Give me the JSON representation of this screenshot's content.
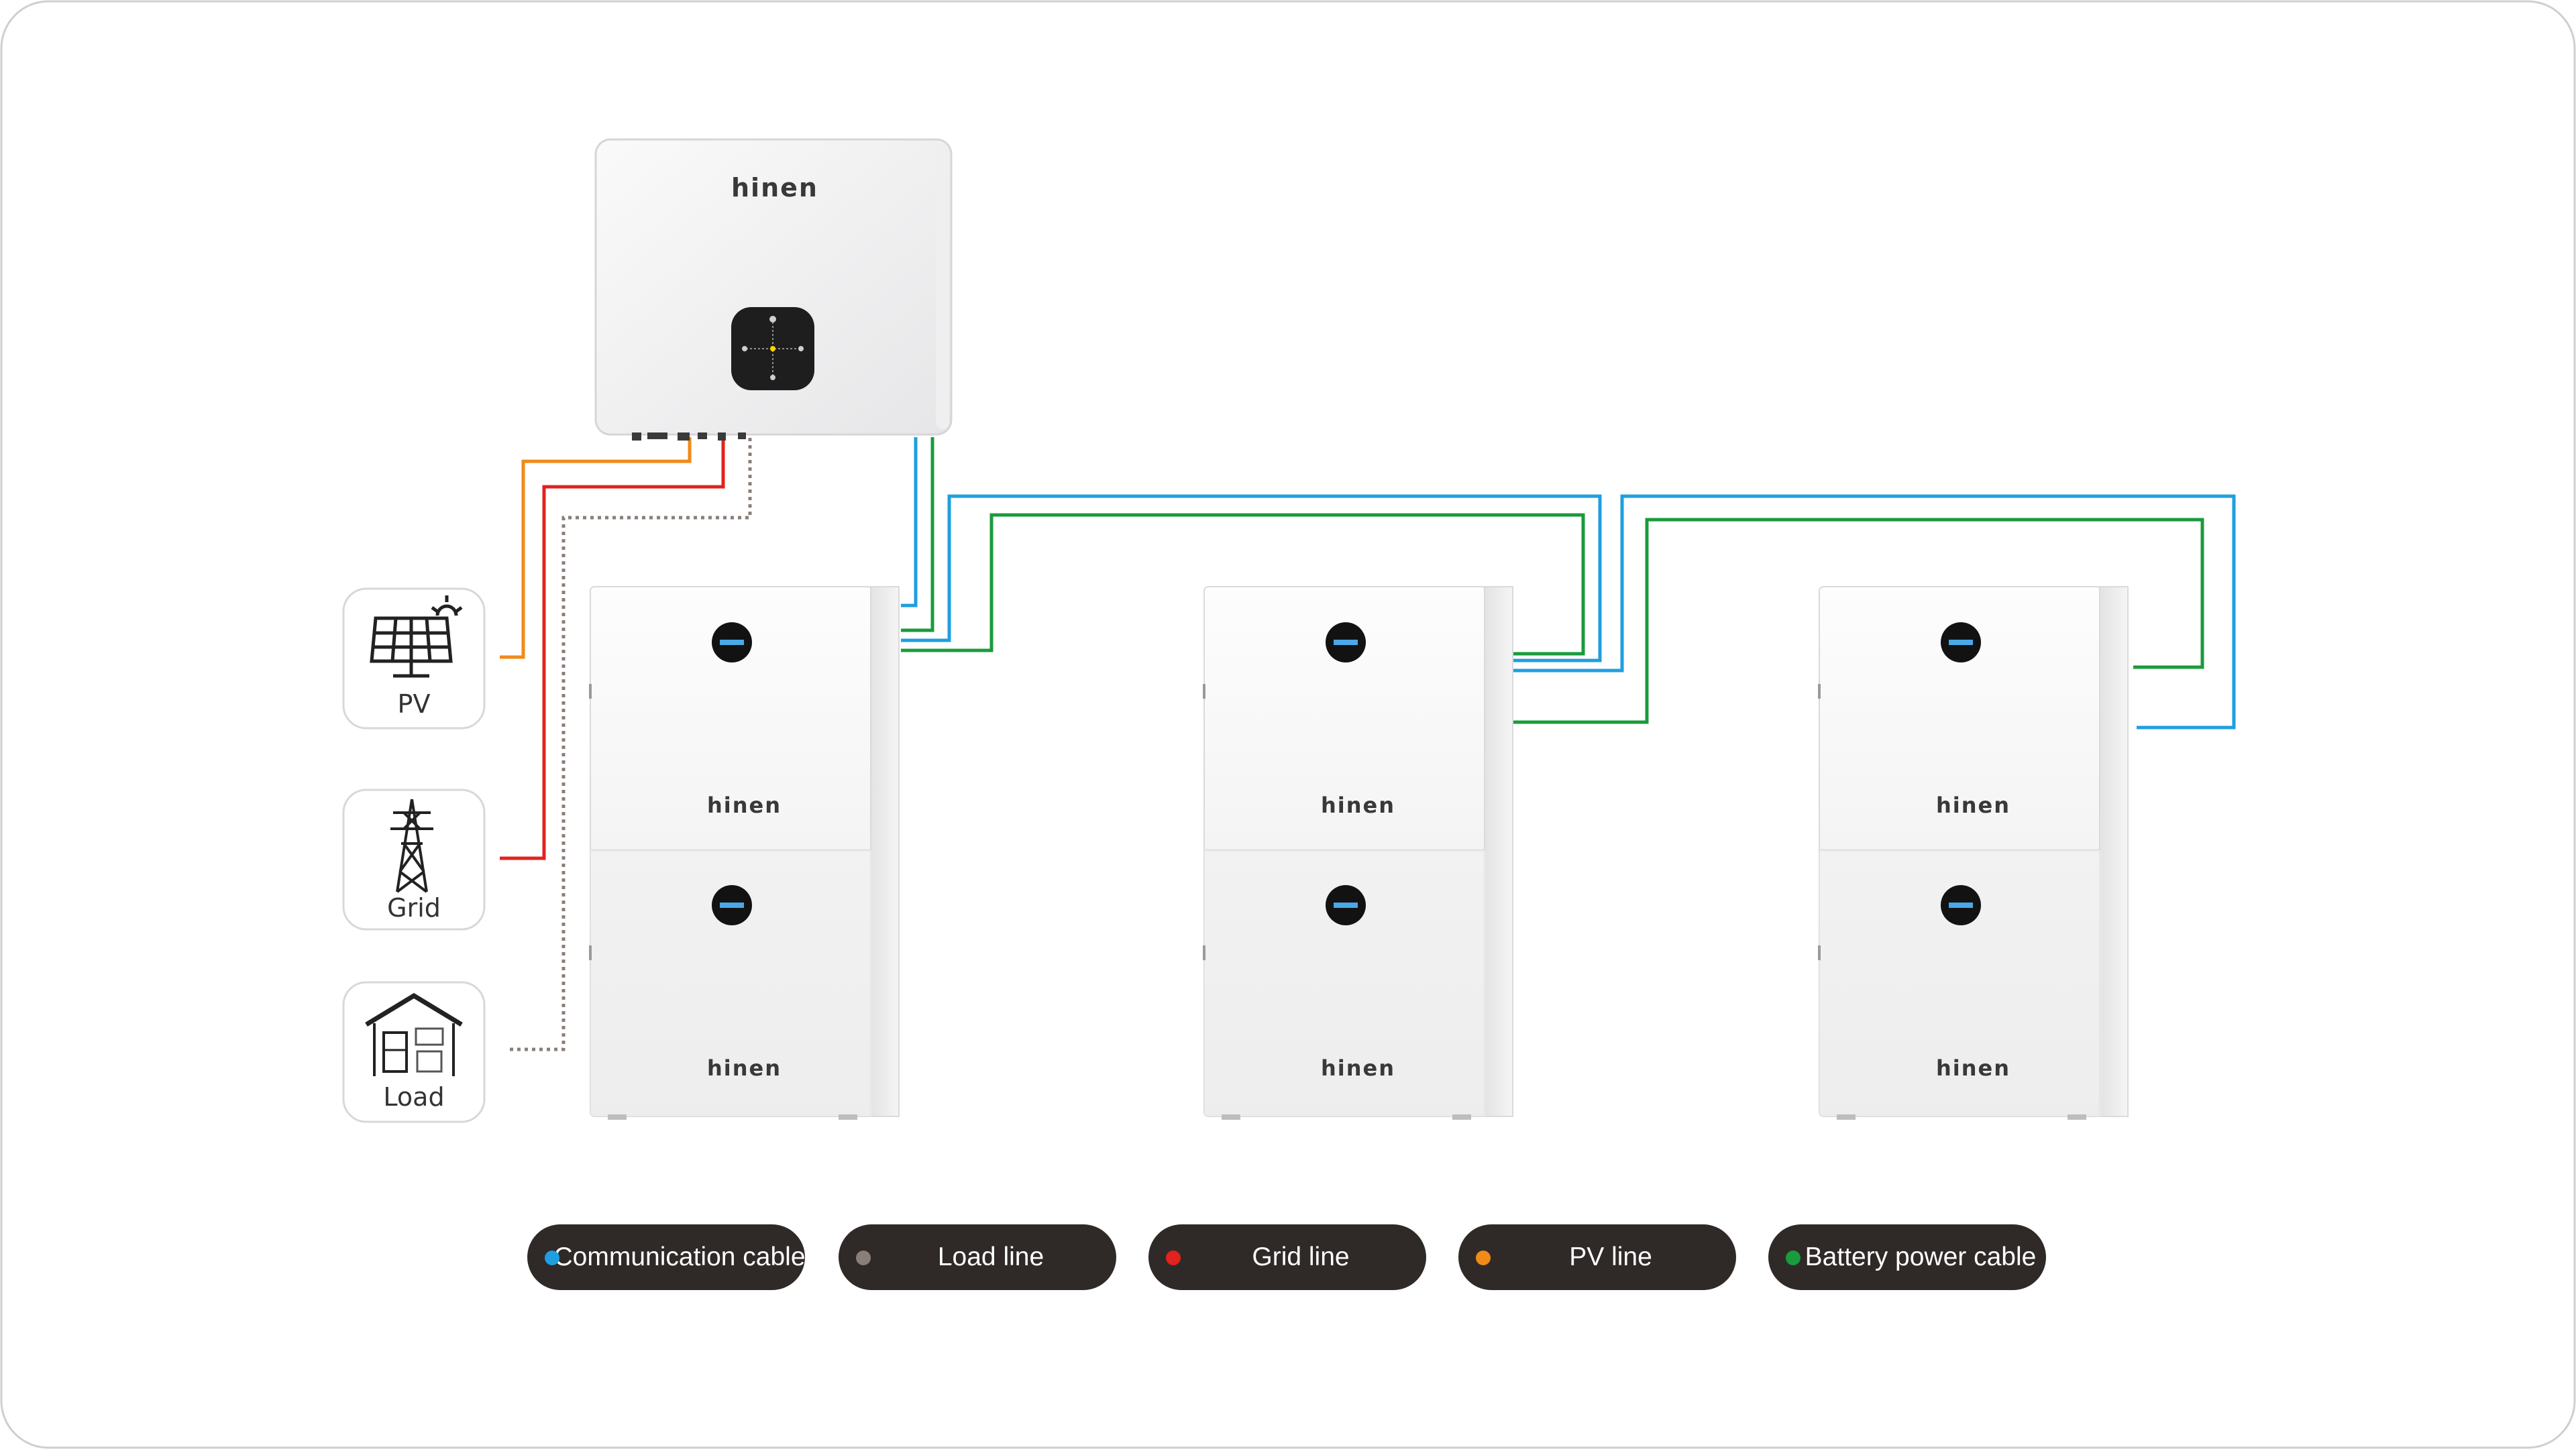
{
  "brand": "hinen",
  "sources": {
    "pv": "PV",
    "grid": "Grid",
    "load": "Load"
  },
  "legend": [
    {
      "label": "Communication cable",
      "color": "#1f9ee0"
    },
    {
      "label": "Load line",
      "color": "#8a7f78"
    },
    {
      "label": "Grid line",
      "color": "#e2221f"
    },
    {
      "label": "PV line",
      "color": "#f08a18"
    },
    {
      "label": "Battery power cable",
      "color": "#1a9b3c"
    }
  ],
  "wire_colors": {
    "communication": "#1f9ee0",
    "battery_power": "#1a9b3c",
    "grid": "#e2221f",
    "pv": "#f08a18",
    "load": "#8a7f78"
  }
}
